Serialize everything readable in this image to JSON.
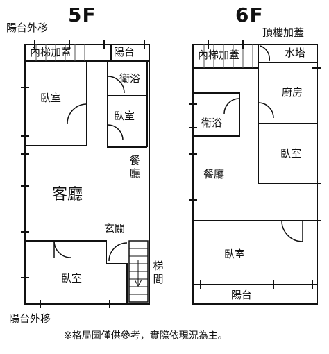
{
  "titles": {
    "left": "5F",
    "right": "6F"
  },
  "floor5": {
    "balcony_moved_top": "陽台外移",
    "inner_stair_addon": "內梯加蓋",
    "balcony": "陽台",
    "bathroom": "衛浴",
    "bedroom_left": "臥室",
    "bedroom_mid": "臥室",
    "dining": "餐廳",
    "living_room": "客廳",
    "entrance": "玄關",
    "bedroom_bottom": "臥室",
    "stairs": "梯間",
    "balcony_moved_bottom": "陽台外移"
  },
  "floor6": {
    "rooftop_addon": "頂樓加蓋",
    "inner_stair_addon": "內梯加蓋",
    "water_tower": "水塔",
    "kitchen": "廚房",
    "bathroom": "衛浴",
    "bedroom_right": "臥室",
    "dining": "餐廳",
    "bedroom_bottom": "臥室",
    "balcony": "陽台"
  },
  "note": "※格局圖僅供參考，實際依現況為主。",
  "colors": {
    "wall": "#111111",
    "hatch": "#555555"
  }
}
